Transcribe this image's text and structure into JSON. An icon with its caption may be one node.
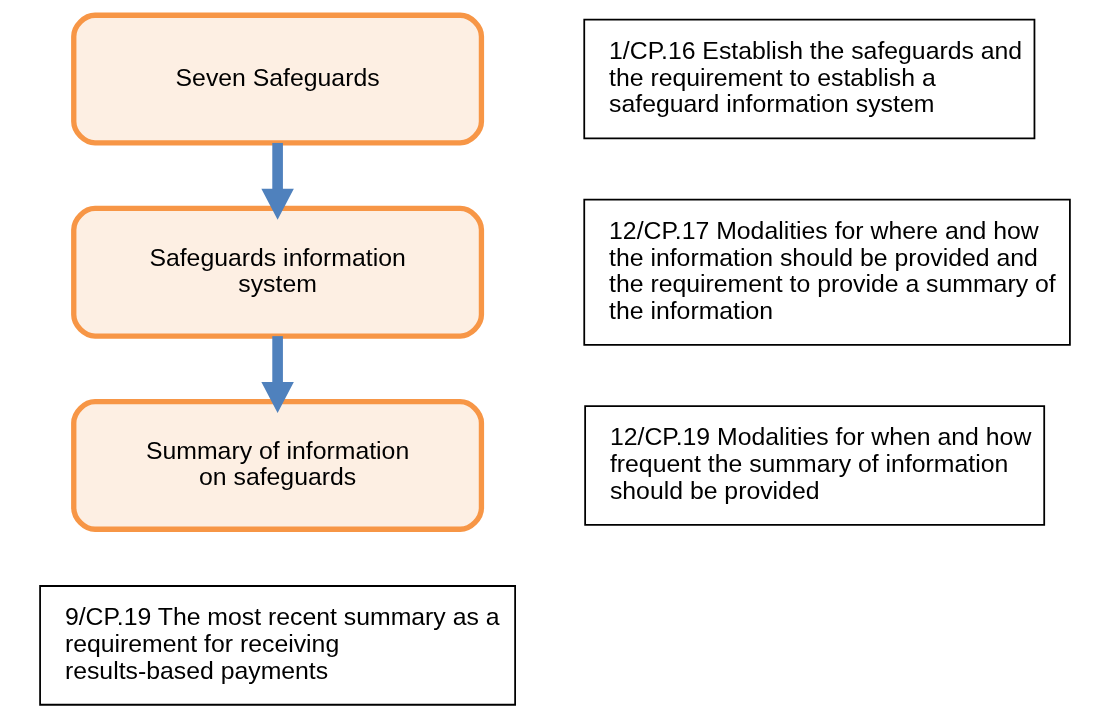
{
  "diagram": {
    "nodes": [
      {
        "text": [
          "Seven Safeguards"
        ]
      },
      {
        "text": [
          "Safeguards information system"
        ]
      },
      {
        "text": [
          "Summary of information on safeguards"
        ]
      },
      {
        "text": [
          "1/CP.16 Establish the safeguards and the requirement to establish a safeguard information system"
        ]
      },
      {
        "text": [
          "12/CP.17 Modalities for where and how the information should be provided and the requirement to provide a summary of the information"
        ]
      },
      {
        "text": [
          "12/CP.19 Modalities for when and how frequent the summary of information should be provided"
        ]
      },
      {
        "text": [
          "9/CP.19 The most recent summary as a requirement for receiving results-based payments"
        ]
      }
    ],
    "edges": [
      {
        "from": 0,
        "to": 1,
        "arrow": "to"
      },
      {
        "from": 1,
        "to": 2,
        "arrow": "to"
      }
    ]
  }
}
